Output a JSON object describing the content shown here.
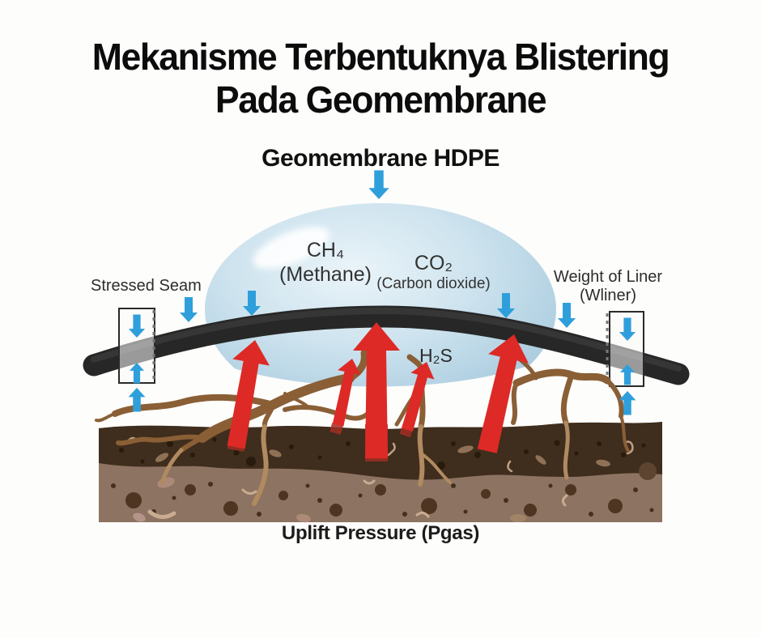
{
  "title": {
    "line1": "Mekanisme Terbentuknya Blistering",
    "line2": "Pada Geomembrane"
  },
  "labels": {
    "membrane": "Geomembrane HDPE",
    "stressed_seam": "Stressed Seam",
    "weight_line1": "Weight of Liner",
    "weight_line2": "(Wliner)",
    "ch4": "CH₄",
    "ch4_name": "(Methane)",
    "co2": "CO₂",
    "co2_name": "(Carbon dioxide)",
    "h2s": "H₂S",
    "uplift": "Uplift Pressure (Pgas)"
  },
  "colors": {
    "background": "#fdfdfb",
    "title_text": "#0c0c0c",
    "label_text": "#2d2d2d",
    "arrow_blue": "#2f9fdc",
    "arrow_red": "#dd2a26",
    "arrow_red_underground": "#a12d23",
    "liner_black": "#272727",
    "bubble_blue": "#bcd9e8",
    "soil_dark_layer": "#3f2d1d",
    "soil_light_layer": "#8d7361",
    "root_brown": "#8a5f36",
    "root_tan": "#b08a60"
  }
}
